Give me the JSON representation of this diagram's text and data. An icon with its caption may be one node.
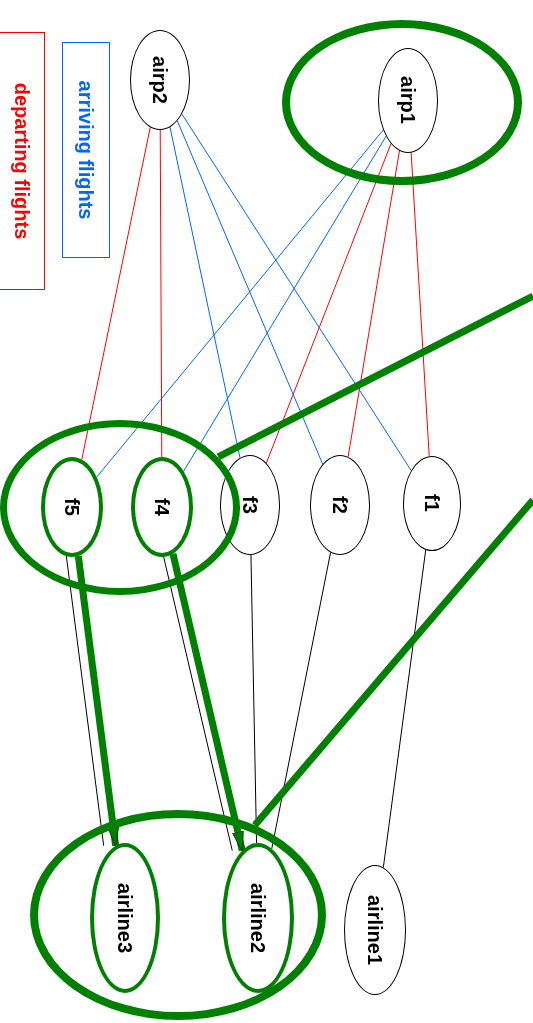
{
  "diagram": {
    "nodes": [
      {
        "text": [],
        "shape": "ellipse"
      },
      {
        "text": [
          "airp1"
        ],
        "in": 0
      },
      {
        "text": [
          "airp2"
        ]
      },
      {
        "text": [
          "f1"
        ]
      },
      {
        "text": [
          "f2"
        ]
      },
      {
        "text": [
          "f3"
        ]
      },
      {
        "text": [],
        "shape": "ellipse"
      },
      {
        "text": [
          "f4"
        ],
        "in": 6
      },
      {
        "text": [
          "f5"
        ],
        "in": 6
      },
      {
        "text": [],
        "shape": "ellipse"
      },
      {
        "text": [
          "airline1"
        ]
      },
      {
        "text": [
          "airline2"
        ],
        "in": 9
      },
      {
        "text": [
          "airline3"
        ],
        "in": 9
      },
      {
        "text": [
          "arriving flights"
        ]
      },
      {
        "text": [
          "departing flights"
        ]
      }
    ],
    "edges": [
      {
        "from": 1,
        "to": 3,
        "arrow": "none",
        "color": "#ff0000"
      },
      {
        "from": 1,
        "to": 4,
        "arrow": "none",
        "color": "#ff0000"
      },
      {
        "from": 1,
        "to": 5,
        "arrow": "none",
        "color": "#ff0000"
      },
      {
        "from": 1,
        "to": 7,
        "arrow": "none",
        "color": "#0066ff"
      },
      {
        "from": 1,
        "to": 8,
        "arrow": "none",
        "color": "#0066ff"
      },
      {
        "from": 2,
        "to": 3,
        "arrow": "none",
        "color": "#0066ff"
      },
      {
        "from": 2,
        "to": 4,
        "arrow": "none",
        "color": "#0066ff"
      },
      {
        "from": 2,
        "to": 5,
        "arrow": "none",
        "color": "#0066ff"
      },
      {
        "from": 2,
        "to": 7,
        "arrow": "none",
        "color": "#ff0000"
      },
      {
        "from": 2,
        "to": 8,
        "arrow": "none",
        "color": "#ff0000"
      },
      {
        "from": 3,
        "to": 10,
        "arrow": "none",
        "color": "#000000"
      },
      {
        "from": 4,
        "to": 11,
        "arrow": "none",
        "color": "#000000"
      },
      {
        "from": 5,
        "to": 11,
        "arrow": "none",
        "color": "#000000"
      },
      {
        "from": 7,
        "to": 11,
        "arrow": "none",
        "color": "#000000"
      },
      {
        "from": 8,
        "to": 12,
        "arrow": "none",
        "color": "#000000"
      },
      {
        "from": 8,
        "to": 12,
        "arrow": "to",
        "style": "thick",
        "color": "#008000"
      },
      {
        "from": 7,
        "to": 11,
        "arrow": "to",
        "style": "thick",
        "color": "#008000"
      },
      {
        "from": 6,
        "to": null,
        "arrow": "none",
        "style": "thick",
        "color": "#008000"
      },
      {
        "from": 9,
        "to": null,
        "arrow": "none",
        "style": "thick",
        "color": "#008000"
      }
    ]
  }
}
